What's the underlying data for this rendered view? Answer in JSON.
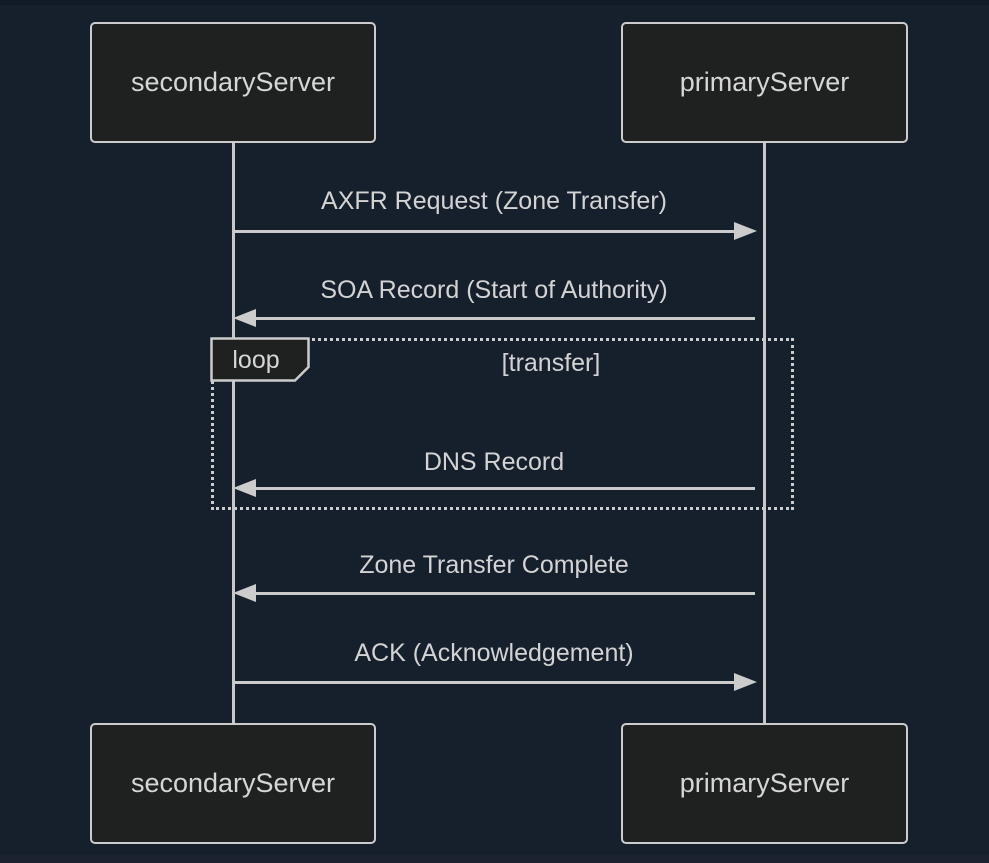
{
  "diagram": {
    "type": "sequence",
    "actors": [
      {
        "id": "secondaryServer",
        "label": "secondaryServer"
      },
      {
        "id": "primaryServer",
        "label": "primaryServer"
      }
    ],
    "messages": [
      {
        "from": "secondaryServer",
        "to": "primaryServer",
        "label": "AXFR Request (Zone Transfer)",
        "arrow": "solid",
        "direction": "right"
      },
      {
        "from": "primaryServer",
        "to": "secondaryServer",
        "label": "SOA Record (Start of Authority)",
        "arrow": "solid",
        "direction": "left"
      },
      {
        "from": "primaryServer",
        "to": "secondaryServer",
        "label": "DNS Record",
        "arrow": "solid",
        "direction": "left",
        "inside_loop": true
      },
      {
        "from": "primaryServer",
        "to": "secondaryServer",
        "label": "Zone Transfer Complete",
        "arrow": "solid",
        "direction": "left"
      },
      {
        "from": "secondaryServer",
        "to": "primaryServer",
        "label": "ACK (Acknowledgement)",
        "arrow": "solid",
        "direction": "right"
      }
    ],
    "loop": {
      "keyword": "loop",
      "condition": "[transfer]",
      "contains": [
        "DNS Record"
      ]
    },
    "colors": {
      "background": "#16202d",
      "node_fill": "#1f2020",
      "stroke": "#cccccc",
      "text": "#d3d3d3"
    }
  }
}
